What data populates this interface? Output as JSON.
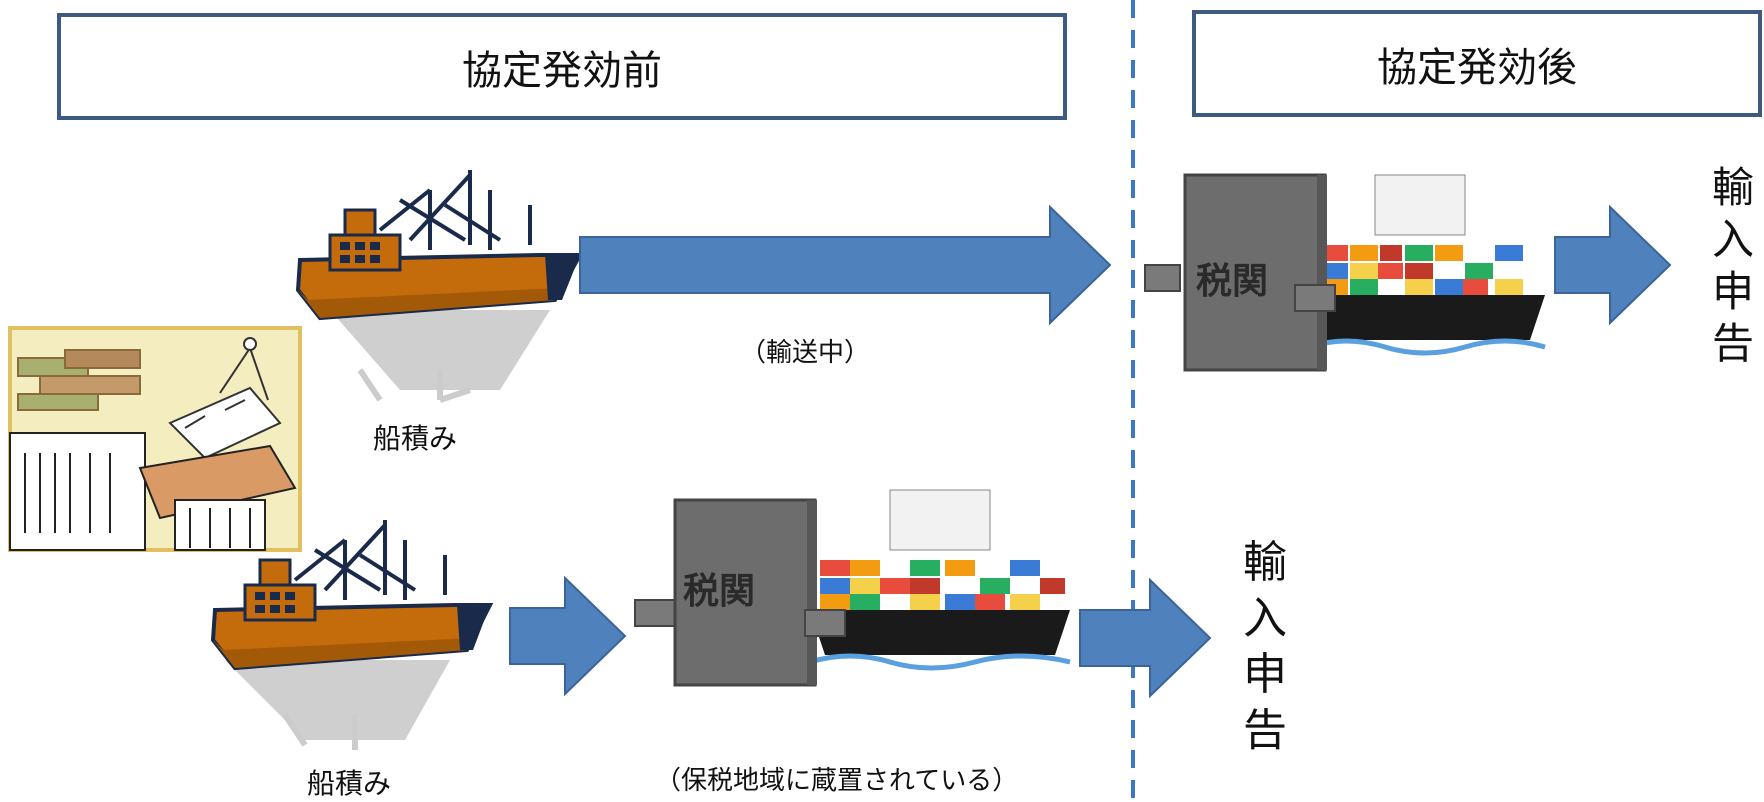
{
  "headers": {
    "before": "協定発効前",
    "after": "協定発効後"
  },
  "labels": {
    "loading_top": "船積み",
    "loading_bottom": "船積み",
    "in_transit": "（輸送中）",
    "bonded": "（保税地域に蔵置されている）",
    "customs_top": "税関",
    "customs_bottom": "税関"
  },
  "import_declaration_top": [
    "輸",
    "入",
    "申",
    "告"
  ],
  "import_declaration_bottom": [
    "輸",
    "入",
    "申",
    "告"
  ],
  "colors": {
    "arrow": "#4f81bd",
    "box_border": "#3d5a80",
    "divider": "#3c78c8",
    "ship_hull": "#c46c0c",
    "customs_gray": "#6d6d6d"
  }
}
